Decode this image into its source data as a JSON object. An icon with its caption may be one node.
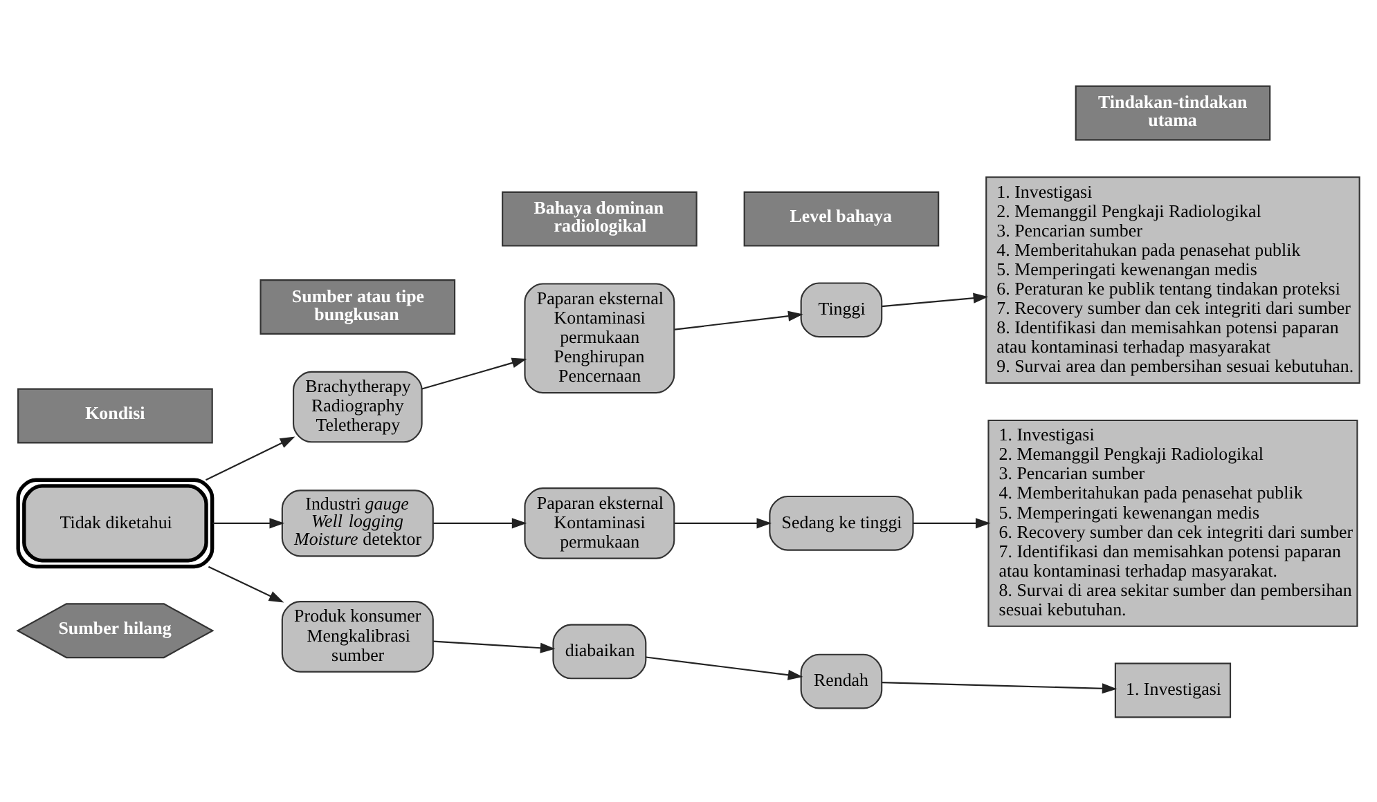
{
  "diagram": {
    "nodes": [
      {
        "text": [
          "Kondisi"
        ]
      },
      {
        "text": [
          "Sumber atau tipe bungkusan"
        ]
      },
      {
        "text": [
          "Bahaya dominan radiologikal"
        ]
      },
      {
        "text": [
          "Level bahaya"
        ]
      },
      {
        "text": [
          "Tindakan-tindakan utama"
        ]
      },
      {
        "text": [
          "Tidak diketahui"
        ]
      },
      {
        "text": [
          "Produk konsumer Mengkalibrasi sumber"
        ]
      },
      {
        "text": [
          "diabaikan"
        ]
      },
      {
        "text": [
          "Rendah"
        ]
      },
      {
        "text": [
          "1. Investigasi"
        ]
      },
      {
        "text": [
          "Industri *gauge* *Well logging* *Moisture* detektor"
        ]
      },
      {
        "text": [
          "Paparan eksternal Kontaminasi permukaan"
        ]
      },
      {
        "text": [
          "Sedang ke tinggi"
        ]
      },
      {
        "text": [
          "1. Investigasi 2. Memanggil Pengkaji Radiologikal 3. Pencarian sumber 4. Memberitahukan pada penasehat publik 5. Memperingati kewenangan medis 6. Recovery sumber dan cek integriti dari sumber 7. Identifikasi dan memisahkan potensi paparan atau kontaminasi terhadap masyarakat. 8. Survai di area sekitar sumber dan pembersihan sesuai kebutuhan."
        ]
      },
      {
        "text": [
          "Brachytherapy Radiography Teletherapy"
        ]
      },
      {
        "text": [
          "Paparan eksternal Kontaminasi permukaan Penghirupan Pencernaan"
        ]
      },
      {
        "text": [
          "Tinggi"
        ]
      },
      {
        "text": [
          "1. Investigasi 2. Memanggil Pengkaji Radiologikal 3. Pencarian sumber 4. Memberitahukan pada penasehat publik 5. Memperingati kewenangan medis 6. Peraturan ke publik tentang tindakan proteksi 7. Recovery sumber dan cek integriti dari sumber 8. Identifikasi dan memisahkan potensi paparan atau kontaminasi terhadap masyarakat 9. Survai area dan pembersihan sesuai kebutuhan."
        ]
      },
      {
        "text": [
          "Sumber hilang"
        ]
      }
    ],
    "edges": [
      {
        "from": 5,
        "to": 6,
        "arrow": "to"
      },
      {
        "from": 5,
        "to": 10,
        "arrow": "to"
      },
      {
        "from": 5,
        "to": 14,
        "arrow": "to"
      },
      {
        "from": 6,
        "to": 7,
        "arrow": "to"
      },
      {
        "from": 7,
        "to": 8,
        "arrow": "to"
      },
      {
        "from": 8,
        "to": 9,
        "arrow": "to"
      },
      {
        "from": 10,
        "to": 11,
        "arrow": "to"
      },
      {
        "from": 11,
        "to": 12,
        "arrow": "to"
      },
      {
        "from": 12,
        "to": 13,
        "arrow": "to"
      },
      {
        "from": 14,
        "to": 15,
        "arrow": "to"
      },
      {
        "from": 15,
        "to": 16,
        "arrow": "to"
      },
      {
        "from": 16,
        "to": 17,
        "arrow": "to"
      }
    ]
  }
}
